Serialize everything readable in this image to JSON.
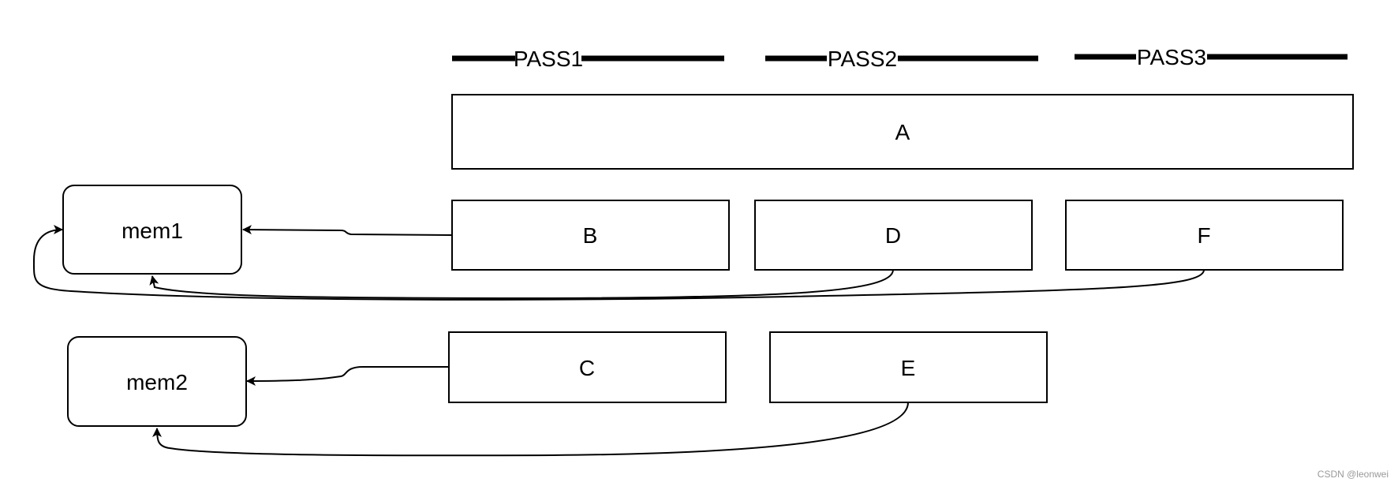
{
  "passes": [
    {
      "label": "PASS1"
    },
    {
      "label": "PASS2"
    },
    {
      "label": "PASS3"
    }
  ],
  "nodes": {
    "A": "A",
    "B": "B",
    "C": "C",
    "D": "D",
    "E": "E",
    "F": "F",
    "mem1": "mem1",
    "mem2": "mem2"
  },
  "watermark": "CSDN @leonwei",
  "colors": {
    "stroke": "#000000",
    "background": "#ffffff",
    "watermark": "#999999"
  }
}
